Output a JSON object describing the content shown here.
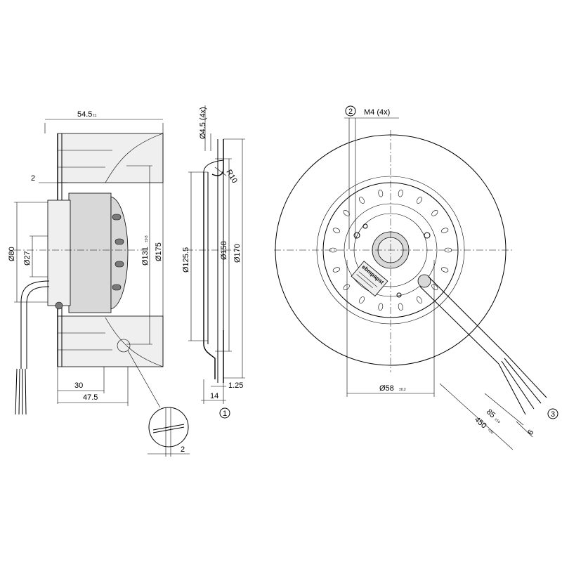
{
  "side_view": {
    "width_top": "54.5",
    "width_top_tol": "±1",
    "offset_left": "2",
    "dia_80": "Ø80",
    "dia_27": "Ø27",
    "dia_131": "Ø131",
    "dia_131_tol": "±0.8",
    "dia_175": "Ø175",
    "width_30": "30",
    "width_47_5": "47.5"
  },
  "detail_view": {
    "gap_2": "2"
  },
  "section_view": {
    "hole_dia": "Ø4.5 (4x)",
    "radius": "R10",
    "dia_125_5": "Ø125.5",
    "dia_158": "Ø158",
    "dia_170": "Ø170",
    "thickness_1_25": "1.25",
    "width_14": "14",
    "callout_1": "1"
  },
  "front_view": {
    "callout_2": "2",
    "thread": "M4 (4x)",
    "dia_58": "Ø58",
    "dia_58_tol": "±0.2",
    "lead_85": "85",
    "lead_85_tol": "±10",
    "lead_450": "450",
    "lead_450_tol": "+20",
    "strip_6": "6",
    "callout_3": "3",
    "brand": "ebmpapst"
  },
  "colors": {
    "line": "#000000",
    "fill_gray": "#d8d8d8",
    "fill_light": "#efefef"
  }
}
